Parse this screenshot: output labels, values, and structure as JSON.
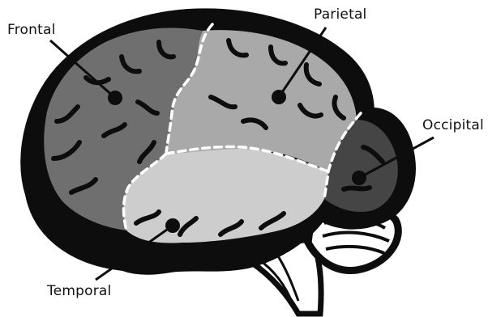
{
  "labels": {
    "frontal": "Frontal",
    "parietal": "Parietal",
    "occipital": "Occipital",
    "temporal": "Temporal"
  },
  "colors": {
    "outline": "#0d0d0d",
    "frontal": "#6f6f6f",
    "parietal": "#a9a9a9",
    "occipital": "#454545",
    "temporal": "#cdcdcd",
    "boundary": "#ffffff",
    "background": "#ffffff"
  }
}
